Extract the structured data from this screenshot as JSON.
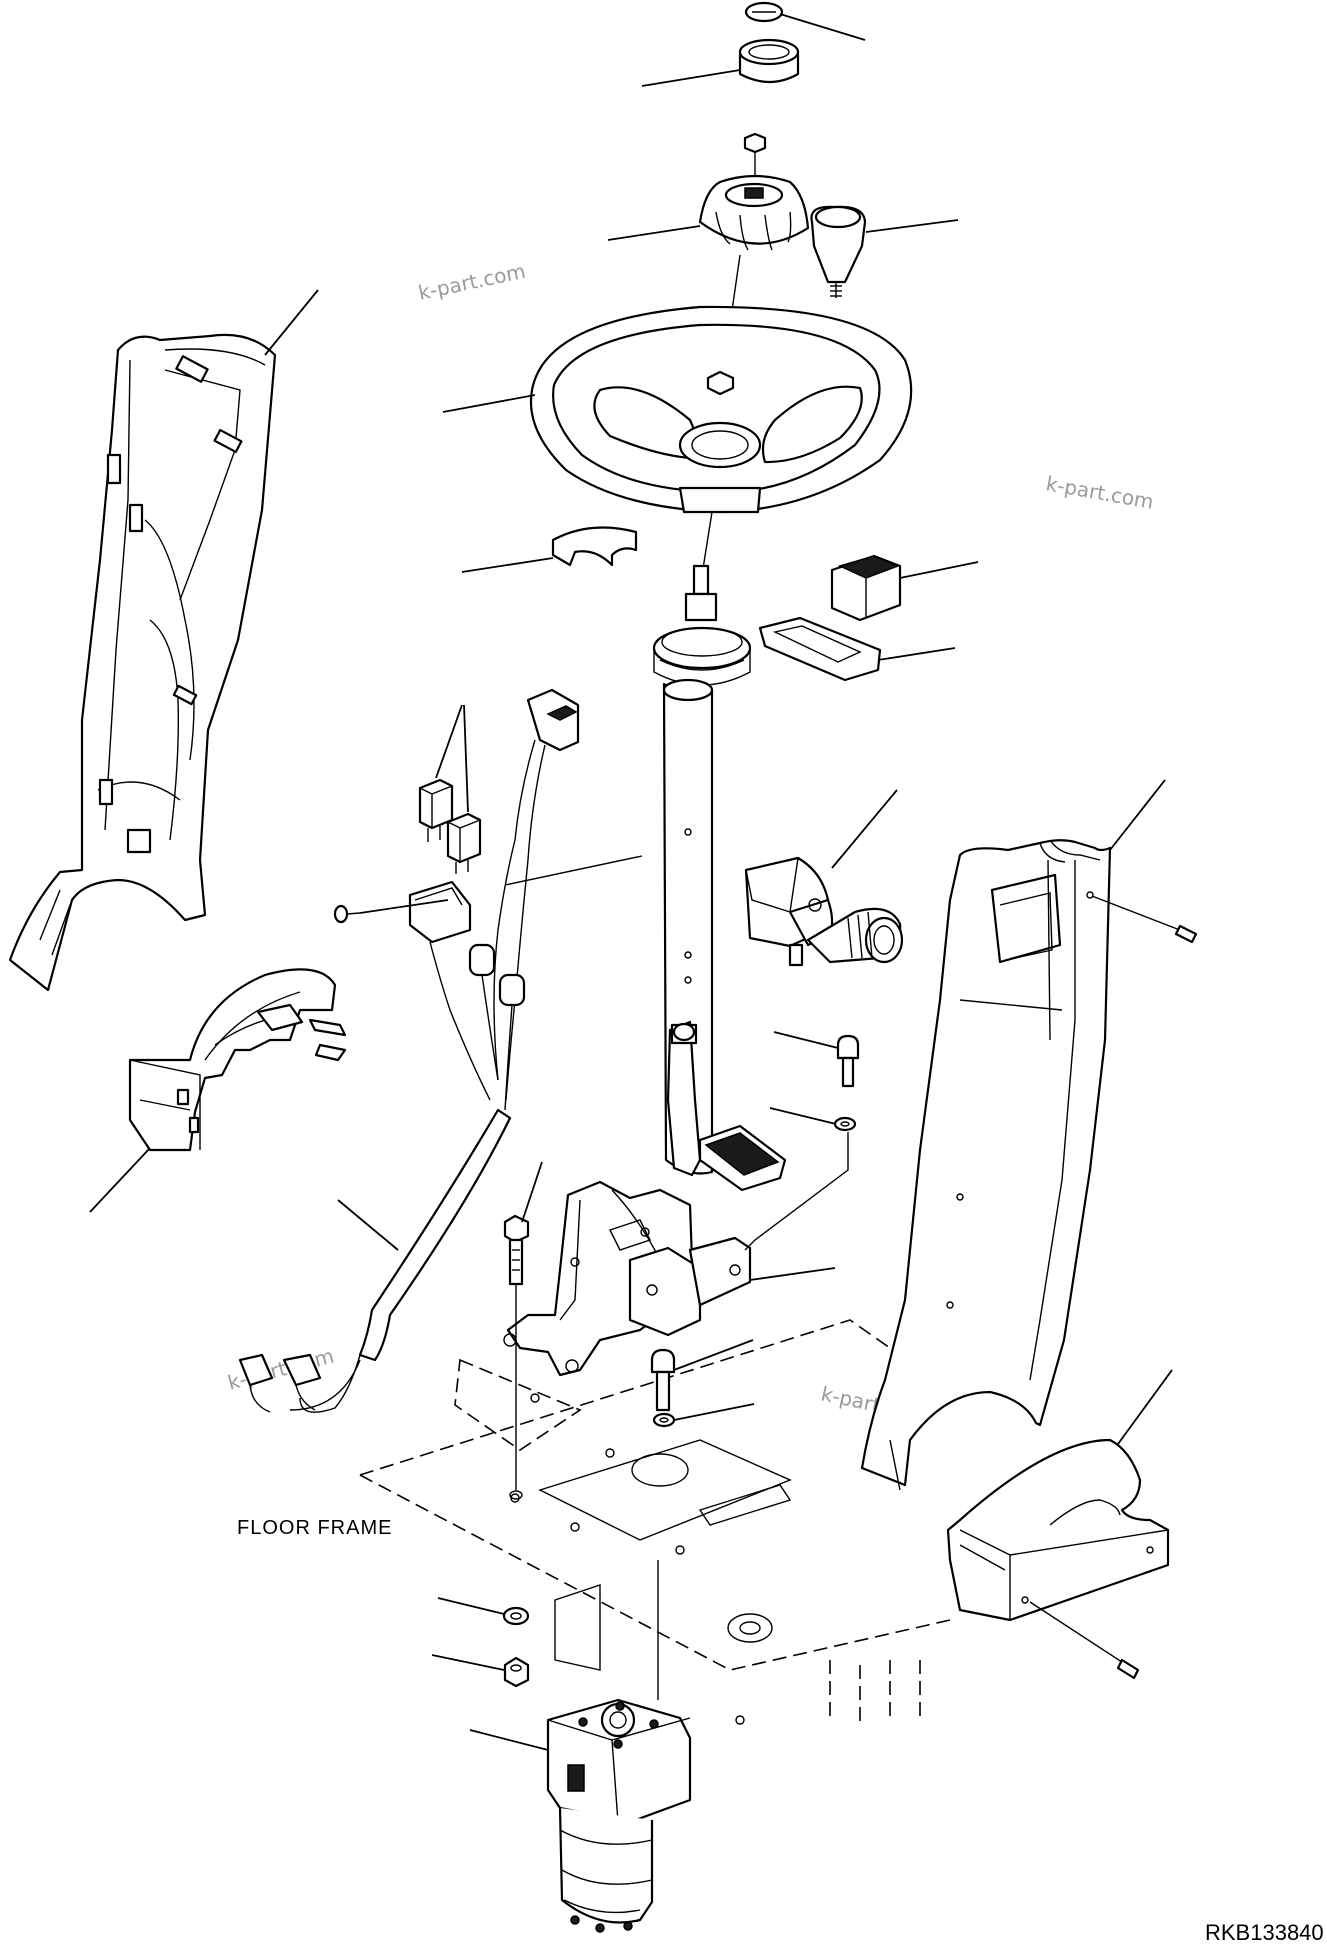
{
  "drawing": {
    "floor_label": "FLOOR FRAME",
    "drawing_code": "RKB133840",
    "watermarks": [
      "k-part.com",
      "k-part.com",
      "k-part.com",
      "k-part.com"
    ]
  },
  "colors": {
    "ink": "#000000",
    "background": "#ffffff",
    "watermark": "#9a9a9a"
  },
  "parts": [
    "cap",
    "ring",
    "nut",
    "steering-knob",
    "gear-shift-knob",
    "steering-wheel",
    "clip",
    "switch",
    "switch-bezel",
    "left-column-cover",
    "relay",
    "wiring-harness",
    "steering-column",
    "combination-switch",
    "screw",
    "washer",
    "column-bracket",
    "bolt",
    "lower-cover-left",
    "right-column-cover",
    "lower-cover-right",
    "floor-frame",
    "washer-lower",
    "nut-lower",
    "steering-valve"
  ]
}
